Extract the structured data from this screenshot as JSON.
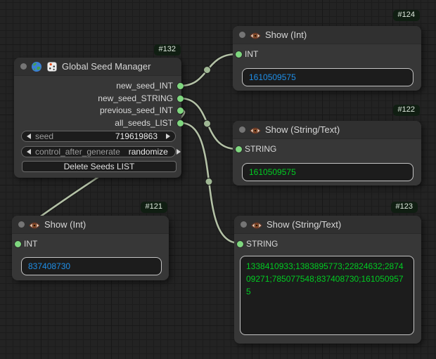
{
  "graph": {
    "nodes": {
      "gsm": {
        "id": "#132",
        "title": "Global Seed Manager",
        "outputs": [
          "new_seed_INT",
          "new_seed_STRING",
          "previous_seed_INT",
          "all_seeds_LIST"
        ],
        "widgets": [
          {
            "label": "seed",
            "value": "719619863"
          },
          {
            "label": "control_after_generate",
            "value": "randomize"
          }
        ],
        "button_label": "Delete Seeds LIST"
      },
      "show_int_top": {
        "id": "#124",
        "title": "Show (Int)",
        "input_label": "INT",
        "value": "1610509575"
      },
      "show_str_mid": {
        "id": "#122",
        "title": "Show (String/Text)",
        "input_label": "STRING",
        "value": "1610509575"
      },
      "show_int_bottom": {
        "id": "#121",
        "title": "Show (Int)",
        "input_label": "INT",
        "value": "837408730"
      },
      "show_str_bottom": {
        "id": "#123",
        "title": "Show (String/Text)",
        "input_label": "STRING",
        "value": "1338410933;1383895773;22824632;2874\n09271;785077548;837408730;161050957\n5"
      }
    },
    "colors": {
      "int_value_text": "#1f8fe8",
      "string_value_text": "#00cc22",
      "slot_dot": "#7fd77f",
      "link_wire": "#b3c1a6",
      "badge_bg": "#101e12",
      "badge_text": "#dfeadf",
      "node_body": "#373737",
      "node_title": "#303030",
      "canvas_bg": "#232323"
    }
  }
}
